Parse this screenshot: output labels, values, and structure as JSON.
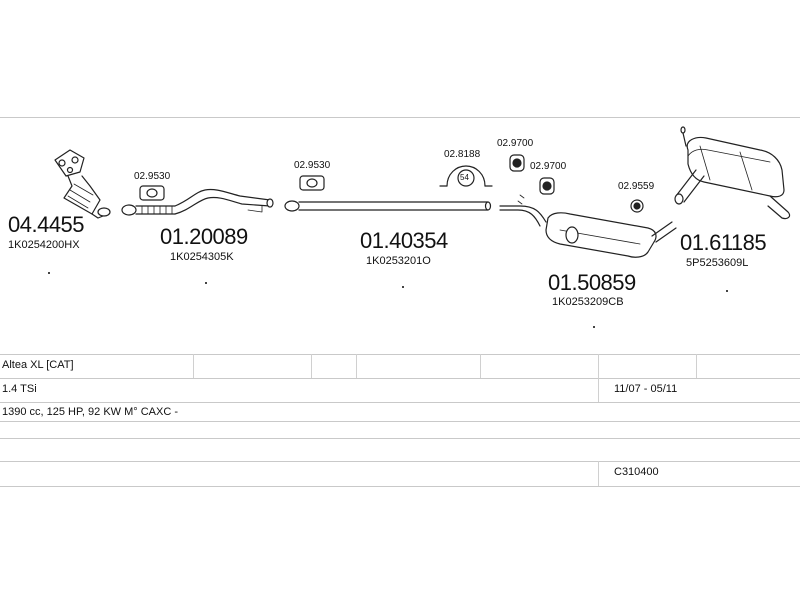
{
  "parts": [
    {
      "number": "04.4455",
      "oem": "1K0254200HX"
    },
    {
      "number": "01.20089",
      "oem": "1K0254305K"
    },
    {
      "number": "01.40354",
      "oem": "1K0253201O"
    },
    {
      "number": "01.50859",
      "oem": "1K0253209CB"
    },
    {
      "number": "01.61185",
      "oem": "5P5253609L"
    }
  ],
  "accessories": [
    "02.9530",
    "02.9530",
    "02.8188",
    "02.9700",
    "02.9700",
    "02.9559"
  ],
  "clamp_label": "54",
  "info": {
    "model": "Altea XL  [CAT]",
    "engine": "1.4 TSi",
    "period": "11/07 - 05/11",
    "specs": "1390 cc, 125 HP, 92 KW M° CAXC -",
    "catalog_code": "C310400"
  }
}
